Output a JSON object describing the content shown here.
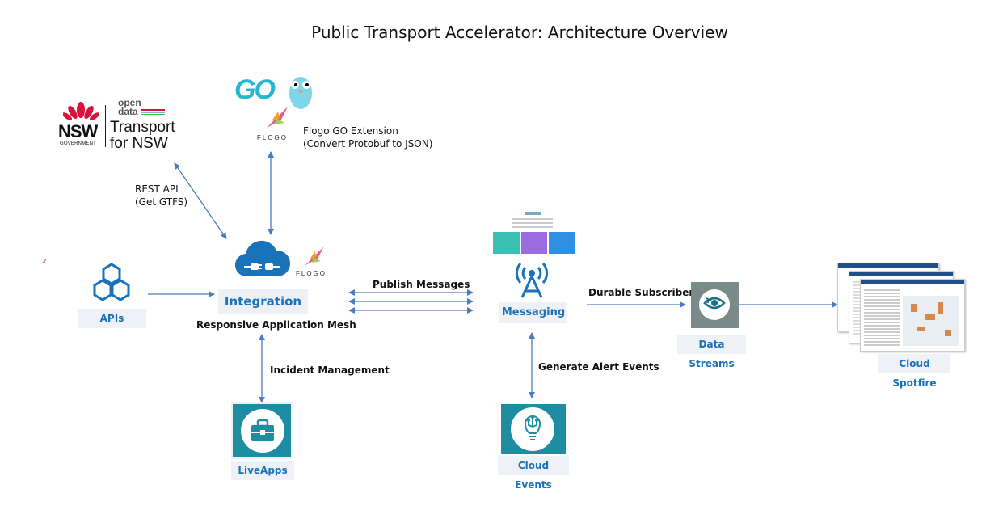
{
  "title": "Public Transport Accelerator: Architecture Overview",
  "colors": {
    "accent": "#1a72b9",
    "arrow": "#4a7dbb",
    "teal": "#1c8a93"
  },
  "logos": {
    "nsw": {
      "open_data": [
        "open",
        "data"
      ],
      "nsw": "NSW",
      "government": "GOVERNMENT",
      "transport": [
        "Transport",
        "for NSW"
      ]
    },
    "go": "GO",
    "flogo": "FLOGO"
  },
  "labels": {
    "rest_api": [
      "REST API",
      "(Get GTFS)"
    ],
    "flogo_ext": [
      "Flogo GO Extension",
      "(Convert Protobuf to JSON)"
    ],
    "publish": "Publish Messages",
    "durable": "Durable Subscriber",
    "incident": "Incident Management",
    "alerts": "Generate Alert Events",
    "mesh": "Responsive Application Mesh"
  },
  "nodes": {
    "apis": "APIs",
    "integration": "Integration",
    "messaging": "Messaging",
    "data_streams": "Data Streams",
    "cloud_spotfire": "Cloud Spotfire",
    "liveapps": "LiveApps",
    "cloud_events": "Cloud Events"
  },
  "icons": [
    "apis-hexagon-icon",
    "cloud-plug-icon",
    "hummingbird-icon",
    "broadcast-tower-icon",
    "eye-icon",
    "briefcase-icon",
    "lightbulb-circuit-icon",
    "dashboard-thumbnail"
  ]
}
